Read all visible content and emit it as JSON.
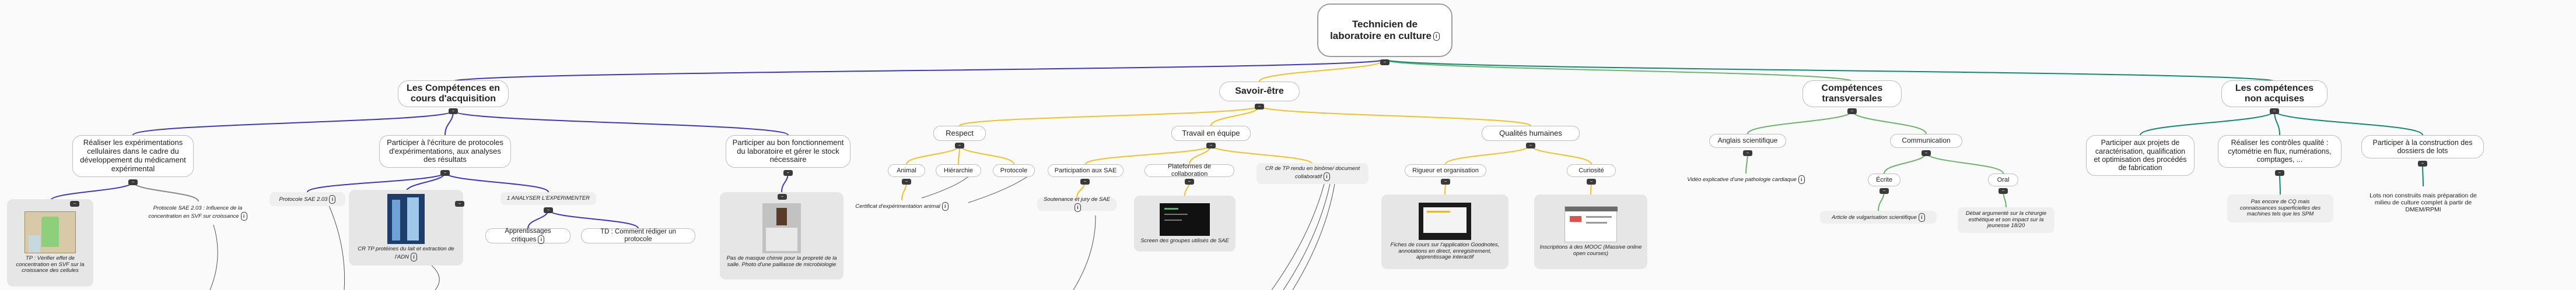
{
  "colors": {
    "purple": "#3d35c4",
    "yellow": "#f5c025",
    "green": "#6cb36c",
    "teal": "#0f8a70",
    "gray": "#8a8a8a"
  },
  "root": {
    "title": "Technicien de laboratoire en culture",
    "toggle": "−"
  },
  "competences": {
    "title": "Les Compétences en cours d'acquisition",
    "item1": "Réaliser les expérimentations cellulaires dans le cadre du développement du médicament expérimental",
    "item2": "Participer à l'écriture de protocoles d'expérimentations, aux analyses des résultats",
    "item3": "Participer au bon fonctionnement du laboratoire et gérer le stock nécessaire",
    "note_tp": "TP : Vérifier effet de concentration en SVF sur la croissance des cellules",
    "note_protocole": "Protocole SAE 2.03 : Influence de la concentration en SVF sur croissance",
    "tag_protocole": "Protocole SAE 2.03",
    "note_cr": "CR TP protéines du lait et extraction de l'ADN",
    "tag_analyses": "1 ANALYSER L'EXPERIMENTER",
    "apprentissages": "Apprentissages critiques",
    "td": "TD : Comment rédiger un protocole",
    "note_stock": "Pas de masque chimie pour la propreté de la salle. Photo d'une paillasse de microbiologie"
  },
  "savoir": {
    "title": "Savoir-être",
    "respect": "Respect",
    "travail": "Travail en équipe",
    "qualites": "Qualités humaines",
    "animal": "Animal",
    "hierarchie": "Hiérarchie",
    "protocole": "Protocole",
    "note_animal": "Certificat d'expérimentation animal",
    "participation": "Participation aux SAE",
    "plateformes": "Plateformes de collaboration",
    "cr_tp": "CR de TP rendu en binôme/ document collaboratif",
    "note_soutenance": "Soutenance et jury de SAE",
    "note_groupes": "Screen des groupes utilisés de SAE",
    "rigueur": "Rigueur et organisation",
    "curiosite": "Curiosité",
    "note_fiches": "Fiches de cours sur l'application Goodnotes, annotations en direct, enregistrement, apprentissage interactif",
    "note_mooc": "Inscriptions à des MOOC (Massive online open courses)"
  },
  "transversales": {
    "title": "Compétences transversales",
    "anglais": "Anglais scientifique",
    "communication": "Communication",
    "note_video": "Vidéo explicative d'une pathologie cardiaque",
    "ecrite": "Écrite",
    "orale": "Oral",
    "note_article": "Article de vulgarisation scientifique",
    "note_debat": "Débat argumenté sur la chirurgie esthétique et son impact sur la jeunesse 18/20"
  },
  "non_acquises": {
    "title": "Les compétences non acquises",
    "item1": "Participer aux projets de caractérisation, qualification et optimisation des procédés de fabrication",
    "item2": "Réaliser les contrôles qualité : cytométrie en flux, numérations, comptages, ...",
    "item3": "Participer à la construction des dossiers de lots",
    "note_qualite": "Pas encore de CQ mais connaissances superficielles des machines tels que les SPM",
    "note_lots": "Lots non construits mais préparation de milieu de culture complet à partir de DMEM/RPMI"
  }
}
